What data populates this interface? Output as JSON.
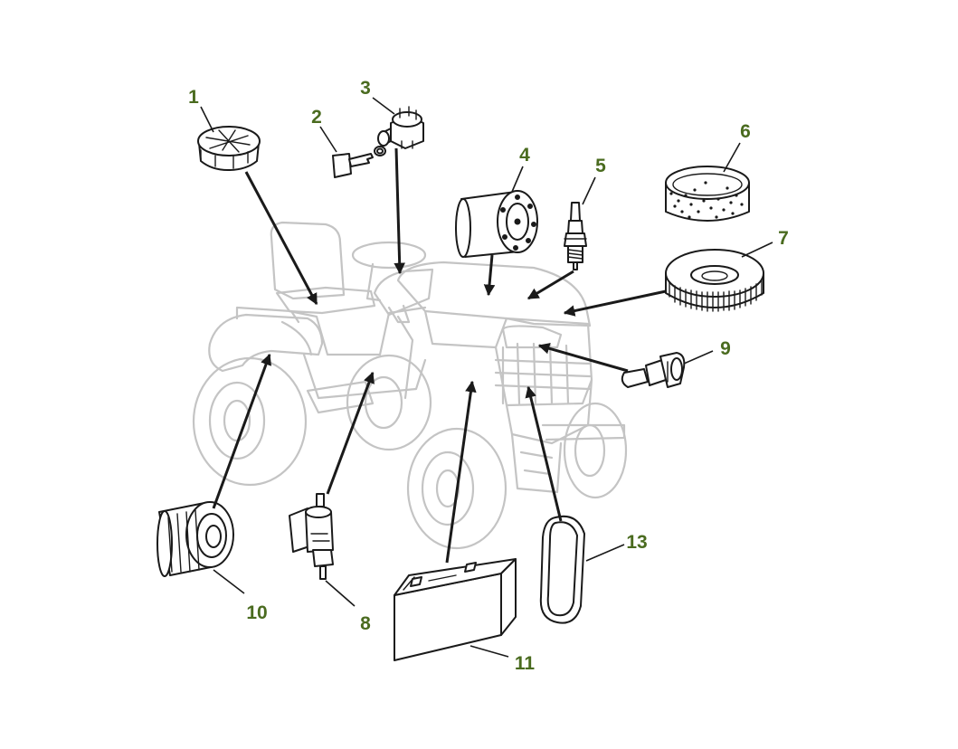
{
  "diagram": {
    "label_color": "#4a6b1f",
    "callouts": [
      {
        "id": "1",
        "text": "1"
      },
      {
        "id": "2",
        "text": "2"
      },
      {
        "id": "3",
        "text": "3"
      },
      {
        "id": "4",
        "text": "4"
      },
      {
        "id": "5",
        "text": "5"
      },
      {
        "id": "6",
        "text": "6"
      },
      {
        "id": "7",
        "text": "7"
      },
      {
        "id": "8",
        "text": "8"
      },
      {
        "id": "9",
        "text": "9"
      },
      {
        "id": "10",
        "text": "10"
      },
      {
        "id": "11",
        "text": "11"
      },
      {
        "id": "13",
        "text": "13"
      }
    ],
    "parts": [
      {
        "callout": "1",
        "icon": "fuel-cap-icon"
      },
      {
        "callout": "2",
        "icon": "ignition-key-icon"
      },
      {
        "callout": "3",
        "icon": "ignition-switch-icon"
      },
      {
        "callout": "4",
        "icon": "oil-filter-icon"
      },
      {
        "callout": "5",
        "icon": "spark-plug-icon"
      },
      {
        "callout": "6",
        "icon": "air-filter-precleaner-icon"
      },
      {
        "callout": "7",
        "icon": "air-filter-element-icon"
      },
      {
        "callout": "8",
        "icon": "fuel-filter-icon"
      },
      {
        "callout": "9",
        "icon": "headlight-bulb-icon"
      },
      {
        "callout": "10",
        "icon": "oil-filter-icon"
      },
      {
        "callout": "11",
        "icon": "battery-icon"
      },
      {
        "callout": "13",
        "icon": "drive-belt-icon"
      }
    ]
  }
}
